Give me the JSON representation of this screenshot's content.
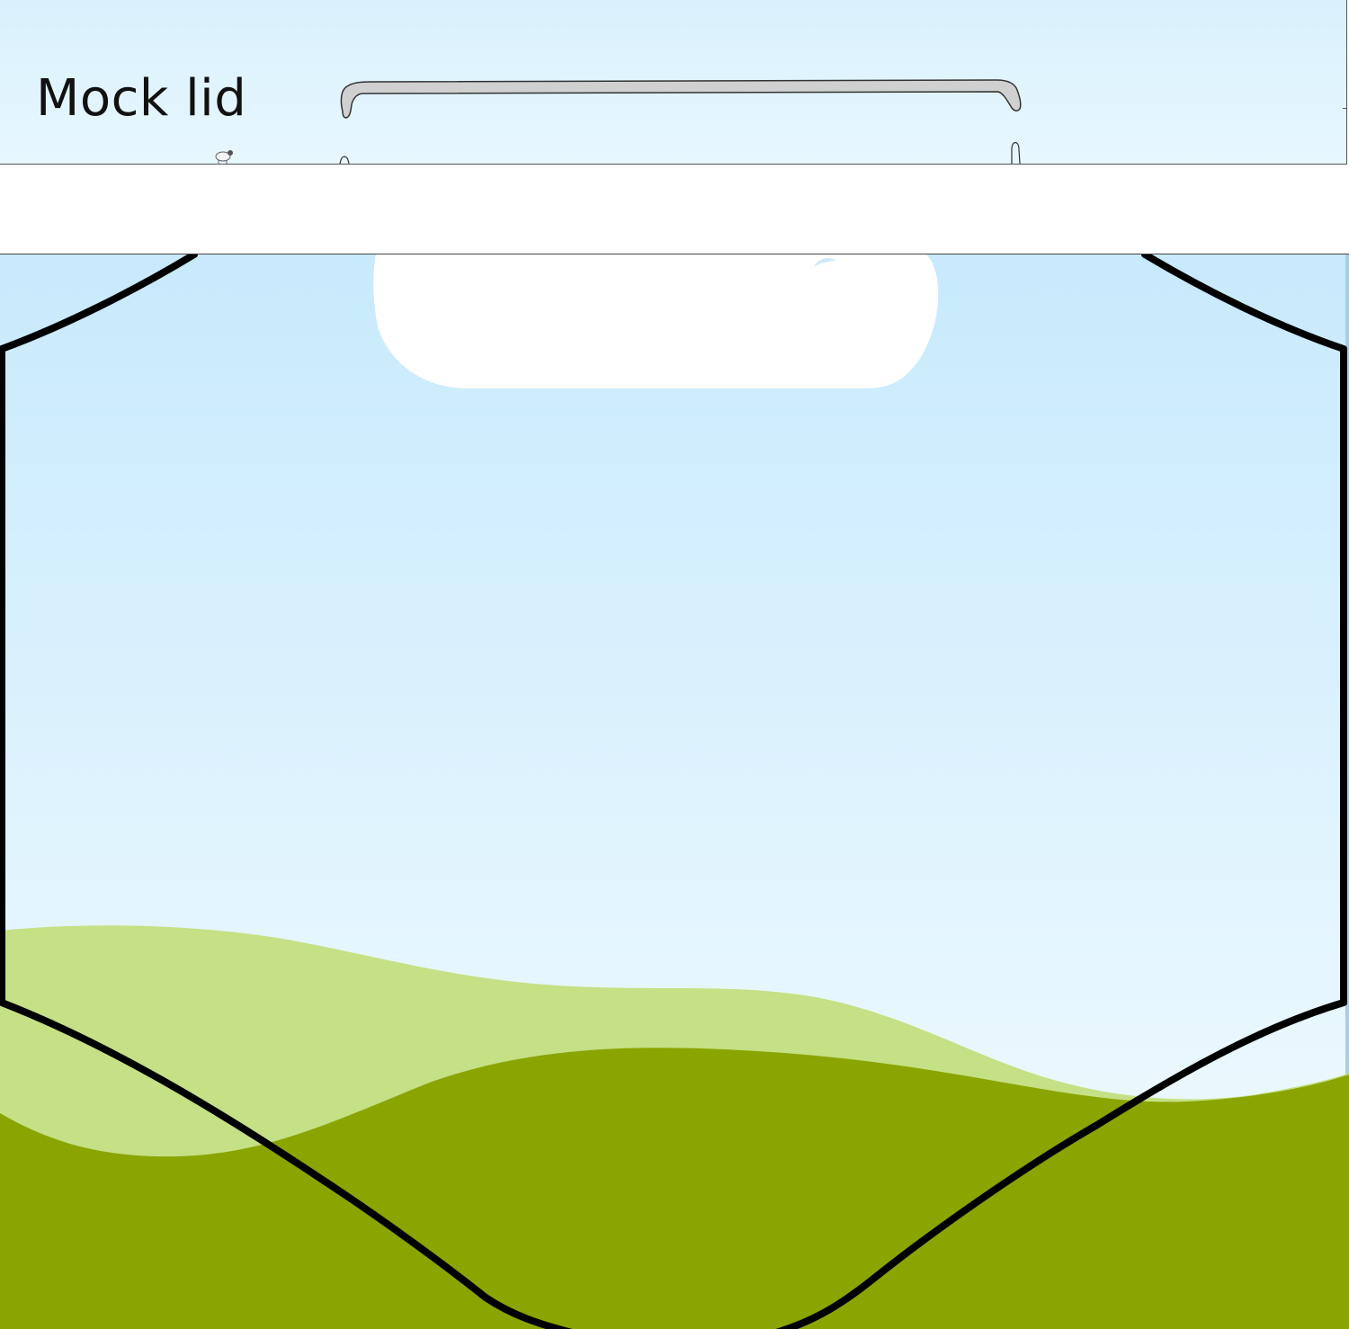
{
  "panel": {
    "title": "Mock lid"
  },
  "colors": {
    "sky_top": "#c8eafc",
    "sky_bottom": "#f4fcff",
    "hill_light": "#c5e085",
    "hill_dark": "#8aa500",
    "outline": "#000000",
    "lid_fill": "#d0d0d0",
    "cloud": "#ffffff"
  },
  "icons": {
    "lid": "lid-shape",
    "sheep": "sheep-icon",
    "cloud": "cloud-shape"
  }
}
